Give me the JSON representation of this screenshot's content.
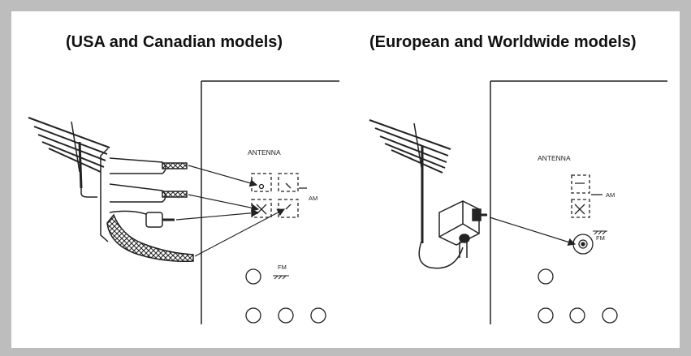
{
  "headings": {
    "left": "(USA and Canadian models)",
    "right": "(European and Worldwide models)"
  },
  "left_panel": {
    "antenna_label": "ANTENNA",
    "am_label": "AM",
    "fm_label": "FM"
  },
  "right_panel": {
    "antenna_label": "ANTENNA",
    "am_label": "AM",
    "fm_label": "FM"
  },
  "colors": {
    "line": "#222222",
    "background": "#ffffff",
    "frame": "#bdbdbd"
  }
}
